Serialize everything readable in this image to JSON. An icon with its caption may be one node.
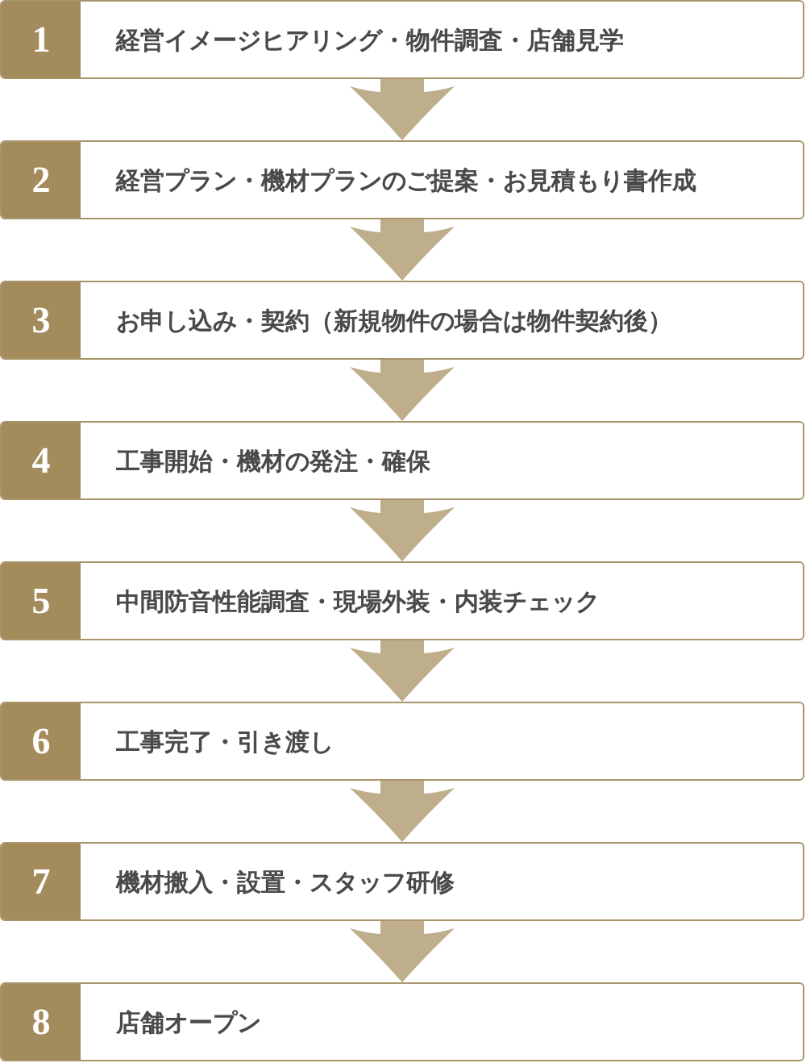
{
  "diagram": {
    "nodes": [
      {
        "text": [
          "1",
          "経営イメージヒアリング・物件調査・店舗見学"
        ]
      },
      {
        "text": [
          "2",
          "経営プラン・機材プランのご提案・お見積もり書作成"
        ]
      },
      {
        "text": [
          "3",
          "お申し込み・契約（新規物件の場合は物件契約後）"
        ]
      },
      {
        "text": [
          "4",
          "工事開始・機材の発注・確保"
        ]
      },
      {
        "text": [
          "5",
          "中間防音性能調査・現場外装・内装チェック"
        ]
      },
      {
        "text": [
          "6",
          "工事完了・引き渡し"
        ]
      },
      {
        "text": [
          "7",
          "機材搬入・設置・スタッフ研修"
        ]
      },
      {
        "text": [
          "8",
          "店舗オープン"
        ]
      }
    ],
    "edges": [
      {
        "from": 0,
        "to": 1,
        "arrow": "to"
      },
      {
        "from": 1,
        "to": 2,
        "arrow": "to"
      },
      {
        "from": 2,
        "to": 3,
        "arrow": "to"
      },
      {
        "from": 3,
        "to": 4,
        "arrow": "to"
      },
      {
        "from": 4,
        "to": 5,
        "arrow": "to"
      },
      {
        "from": 5,
        "to": 6,
        "arrow": "to"
      },
      {
        "from": 6,
        "to": 7,
        "arrow": "to"
      }
    ]
  }
}
